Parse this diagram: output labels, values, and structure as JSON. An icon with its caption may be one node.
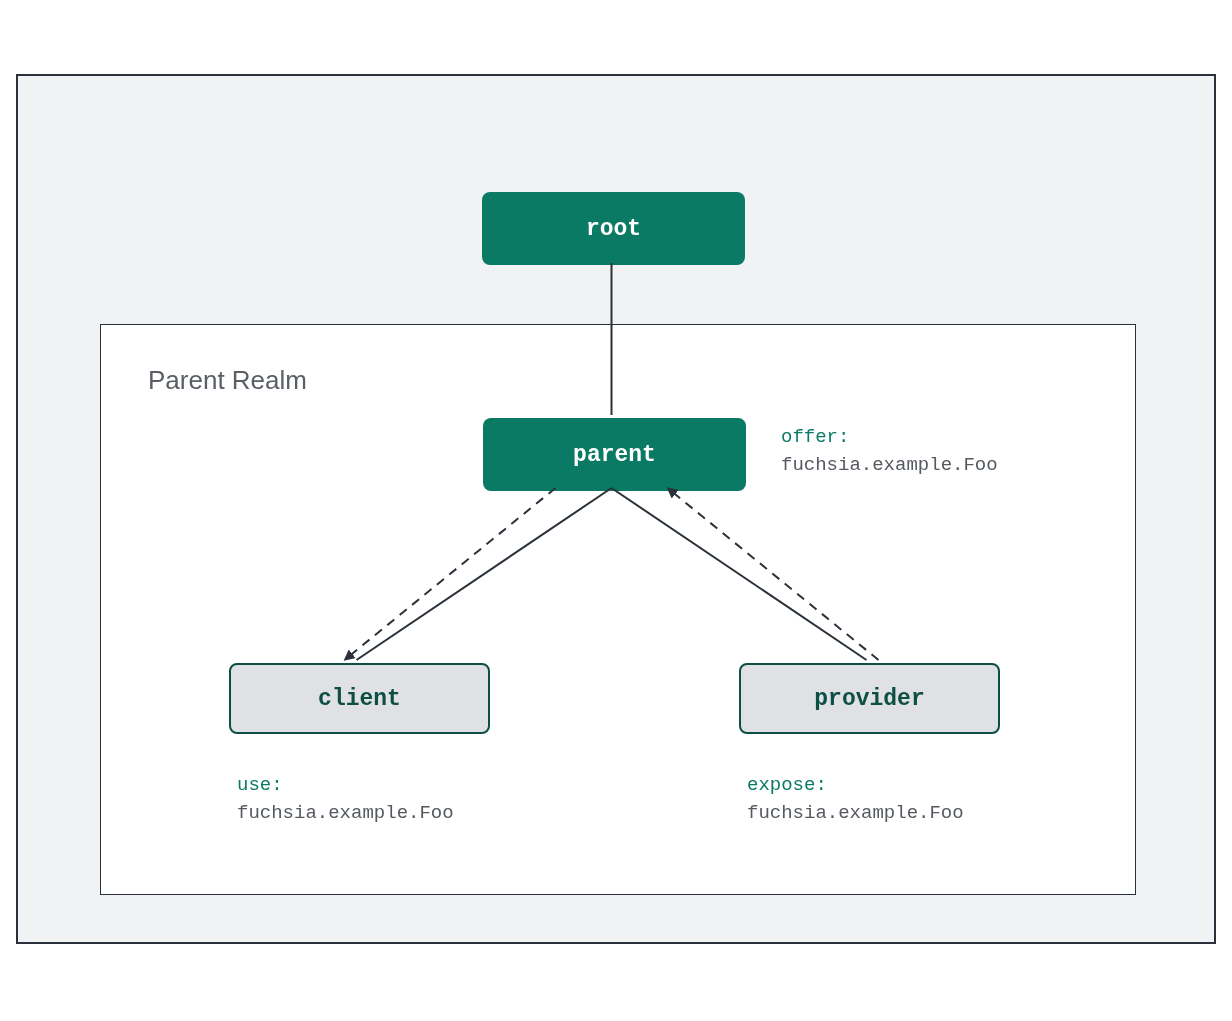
{
  "diagram": {
    "nodes": [
      {
        "text": [],
        "shape": "box"
      },
      {
        "text": [
          "root"
        ],
        "in": 0
      },
      {
        "text": [
          "Parent Realm"
        ],
        "in": 0
      },
      {
        "text": [
          "parent"
        ],
        "in": 2,
        "beside": [
          "offer:",
          "fuchsia.example.Foo"
        ]
      },
      {
        "text": [
          "client"
        ],
        "in": 2,
        "beside": [
          "use:",
          "fuchsia.example.Foo"
        ]
      },
      {
        "text": [
          "provider"
        ],
        "in": 2,
        "beside": [
          "expose:",
          "fuchsia.example.Foo"
        ]
      }
    ],
    "edges": [
      {
        "from": 1,
        "to": 3,
        "arrow": "none"
      },
      {
        "from": 3,
        "to": 4,
        "arrow": "none"
      },
      {
        "from": 3,
        "to": 5,
        "arrow": "none"
      },
      {
        "from": 3,
        "to": 4,
        "arrow": "to",
        "style": "dashed"
      },
      {
        "from": 5,
        "to": 3,
        "arrow": "to",
        "style": "dashed"
      }
    ]
  }
}
